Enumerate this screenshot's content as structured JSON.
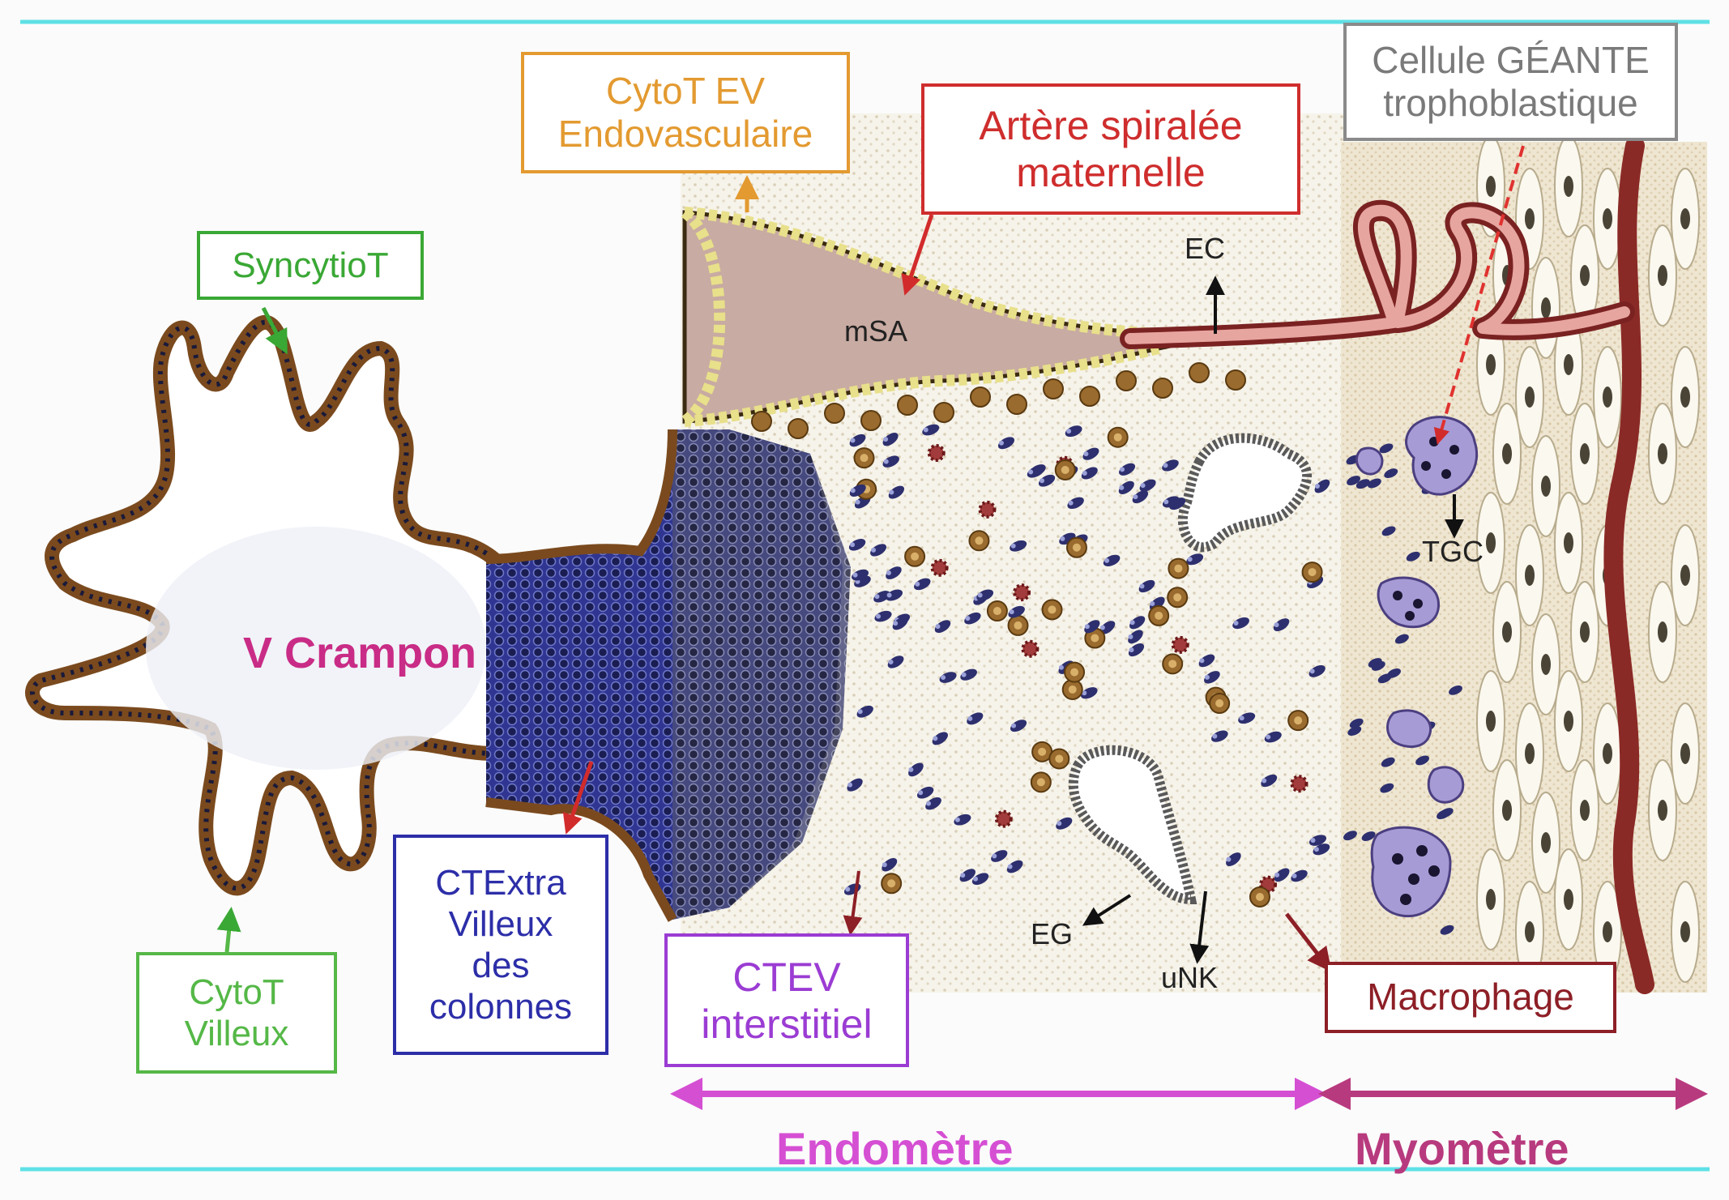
{
  "colors": {
    "frame_line": "#5fe0e6",
    "syncytio": "#3aa835",
    "cytoT_villeux": "#55b847",
    "cytoT_ev": "#e39a30",
    "artere": "#cf2d2d",
    "cellule_geante": "#8a8a8a",
    "ctextra": "#2c2ea8",
    "ctev": "#9b3cd3",
    "macrophage": "#8d1f26",
    "crampon": "#c92c86",
    "endometre": "#d54fd3",
    "myometre": "#b83a7e"
  },
  "labels": {
    "cytot_ev": {
      "line1": "CytoT EV",
      "line2": "Endovasculaire"
    },
    "artere": {
      "line1": "Artère spiralée",
      "line2": "maternelle"
    },
    "cellule_geante": {
      "line1": "Cellule GÉANTE",
      "line2": "trophoblastique"
    },
    "syncytiot": "SyncytioT",
    "cytot_villeux": {
      "line1": "CytoT",
      "line2": "Villeux"
    },
    "ctextra": {
      "line1": "CTExtra",
      "line2": "Villeux",
      "line3": "des",
      "line4": "colonnes"
    },
    "ctev": {
      "line1": "CTEV",
      "line2": "interstitiel"
    },
    "macrophage": "Macrophage"
  },
  "tags": {
    "msa": "mSA",
    "ec": "EC",
    "tgc": "TGC",
    "eg": "EG",
    "unk": "uNK"
  },
  "center_label": "V Crampon",
  "regions": {
    "endometre": "Endomètre",
    "myometre": "Myomètre"
  }
}
